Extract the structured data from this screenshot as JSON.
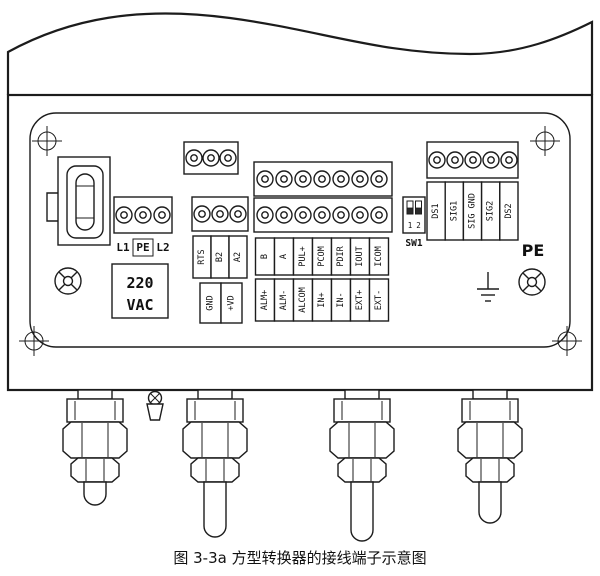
{
  "caption": "图 3-3a 方型转换器的接线端子示意图",
  "panel": {
    "power_terminals": [
      "L1",
      "PE",
      "L2"
    ],
    "voltage": {
      "line1": "220",
      "line2": "VAC"
    },
    "comm_terminals": [
      "RTS",
      "B2",
      "A2"
    ],
    "aux_terminals": [
      "GND",
      "+VD"
    ],
    "io_upper": [
      "B",
      "A",
      "PUL+",
      "PCOM",
      "PDIR",
      "IOUT",
      "ICOM"
    ],
    "io_lower": [
      "ALM+",
      "ALM-",
      "ALCOM",
      "IN+",
      "IN-",
      "EXT+",
      "EXT-"
    ],
    "signal_terminals": [
      "DS1",
      "SIG1",
      "SIG GND",
      "SIG2",
      "DS2"
    ],
    "dip_switch": {
      "label": "SW1",
      "positions": [
        "1",
        "2"
      ]
    },
    "ground_label": "PE"
  }
}
